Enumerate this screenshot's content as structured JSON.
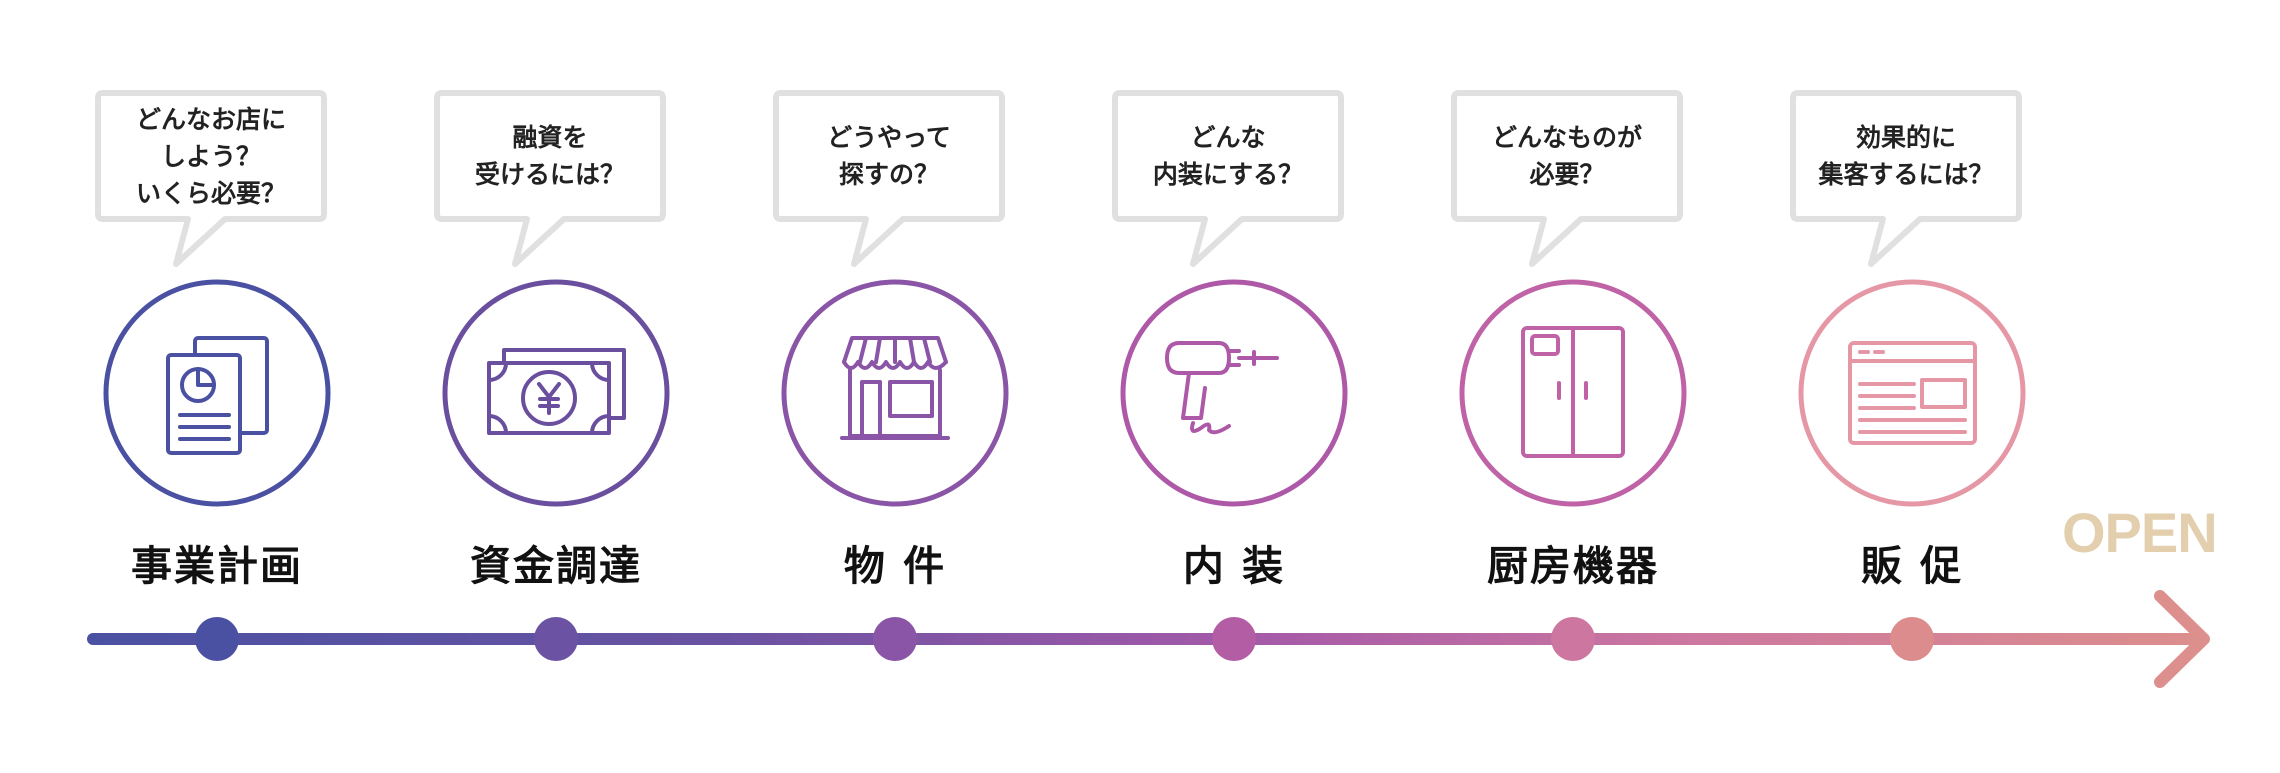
{
  "steps": [
    {
      "label": "事業計画",
      "question": "どんなお店に\nしよう？\nいくら必要？",
      "icon": "business-plan-document-icon",
      "color": "#4b51a2"
    },
    {
      "label": "資金調達",
      "question": "融資を\n受けるには？",
      "icon": "yen-banknote-icon",
      "color": "#6a4f9f"
    },
    {
      "label": "物 件",
      "question": "どうやって\n探すの？",
      "icon": "storefront-icon",
      "color": "#8a55a6"
    },
    {
      "label": "内 装",
      "question": "どんな\n内装にする？",
      "icon": "power-drill-icon",
      "color": "#ae58a8"
    },
    {
      "label": "厨房機器",
      "question": "どんなものが\n必要？",
      "icon": "refrigerator-icon",
      "color": "#bf63a6"
    },
    {
      "label": "販 促",
      "question": "効果的に\n集客するには？",
      "icon": "web-page-icon",
      "color": "#e697a6"
    }
  ],
  "goal": {
    "label": "OPEN",
    "color": "#e3cfae"
  },
  "timeline": {
    "start_color": "#4b51a2",
    "end_color": "#dc8f8c",
    "dot_colors": [
      "#4b51a2",
      "#6c52a2",
      "#8a55a6",
      "#b35da5",
      "#cc76a0",
      "#dc8c8d"
    ]
  }
}
